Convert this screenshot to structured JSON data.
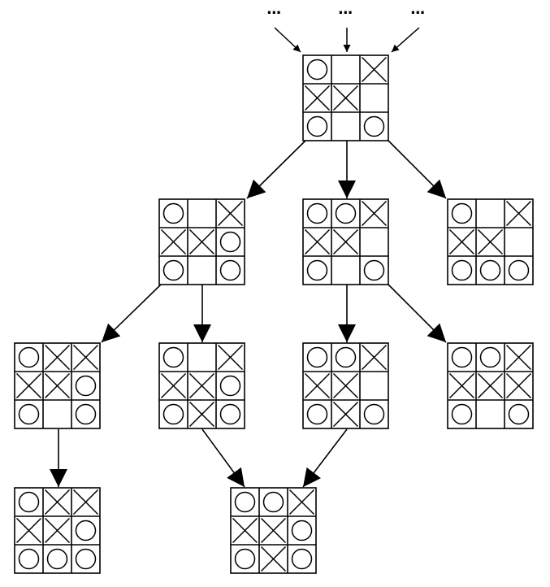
{
  "diagram": {
    "kind": "tic-tac-toe game tree",
    "ellipsis": [
      "...",
      "...",
      "..."
    ],
    "boards": [
      {
        "id": "root",
        "cells": [
          "O",
          "",
          "X",
          "X",
          "X",
          "",
          "O",
          "",
          "O"
        ]
      },
      {
        "id": "l1-left",
        "cells": [
          "O",
          "",
          "X",
          "X",
          "X",
          "O",
          "O",
          "",
          "O"
        ]
      },
      {
        "id": "l1-mid",
        "cells": [
          "O",
          "O",
          "X",
          "X",
          "X",
          "",
          "O",
          "",
          "O"
        ]
      },
      {
        "id": "l1-right",
        "cells": [
          "O",
          "",
          "X",
          "X",
          "X",
          "",
          "O",
          "O",
          "O"
        ]
      },
      {
        "id": "l2-a",
        "cells": [
          "O",
          "X",
          "X",
          "X",
          "X",
          "O",
          "O",
          "",
          "O"
        ]
      },
      {
        "id": "l2-b",
        "cells": [
          "O",
          "",
          "X",
          "X",
          "X",
          "O",
          "O",
          "X",
          "O"
        ]
      },
      {
        "id": "l2-c",
        "cells": [
          "O",
          "O",
          "X",
          "X",
          "X",
          "",
          "O",
          "X",
          "O"
        ]
      },
      {
        "id": "l2-d",
        "cells": [
          "O",
          "O",
          "X",
          "X",
          "X",
          "X",
          "O",
          "",
          "O"
        ]
      },
      {
        "id": "l3-left",
        "cells": [
          "O",
          "X",
          "X",
          "X",
          "X",
          "O",
          "O",
          "O",
          "O"
        ]
      },
      {
        "id": "l3-right",
        "cells": [
          "O",
          "O",
          "X",
          "X",
          "X",
          "O",
          "O",
          "X",
          "O"
        ]
      }
    ],
    "edges": [
      {
        "from": "root",
        "to": "l1-left"
      },
      {
        "from": "root",
        "to": "l1-mid"
      },
      {
        "from": "root",
        "to": "l1-right"
      },
      {
        "from": "l1-left",
        "to": "l2-a"
      },
      {
        "from": "l1-left",
        "to": "l2-b"
      },
      {
        "from": "l1-mid",
        "to": "l2-c"
      },
      {
        "from": "l1-mid",
        "to": "l2-d"
      },
      {
        "from": "l2-a",
        "to": "l3-left"
      },
      {
        "from": "l2-b",
        "to": "l3-right"
      },
      {
        "from": "l2-c",
        "to": "l3-right"
      }
    ]
  }
}
